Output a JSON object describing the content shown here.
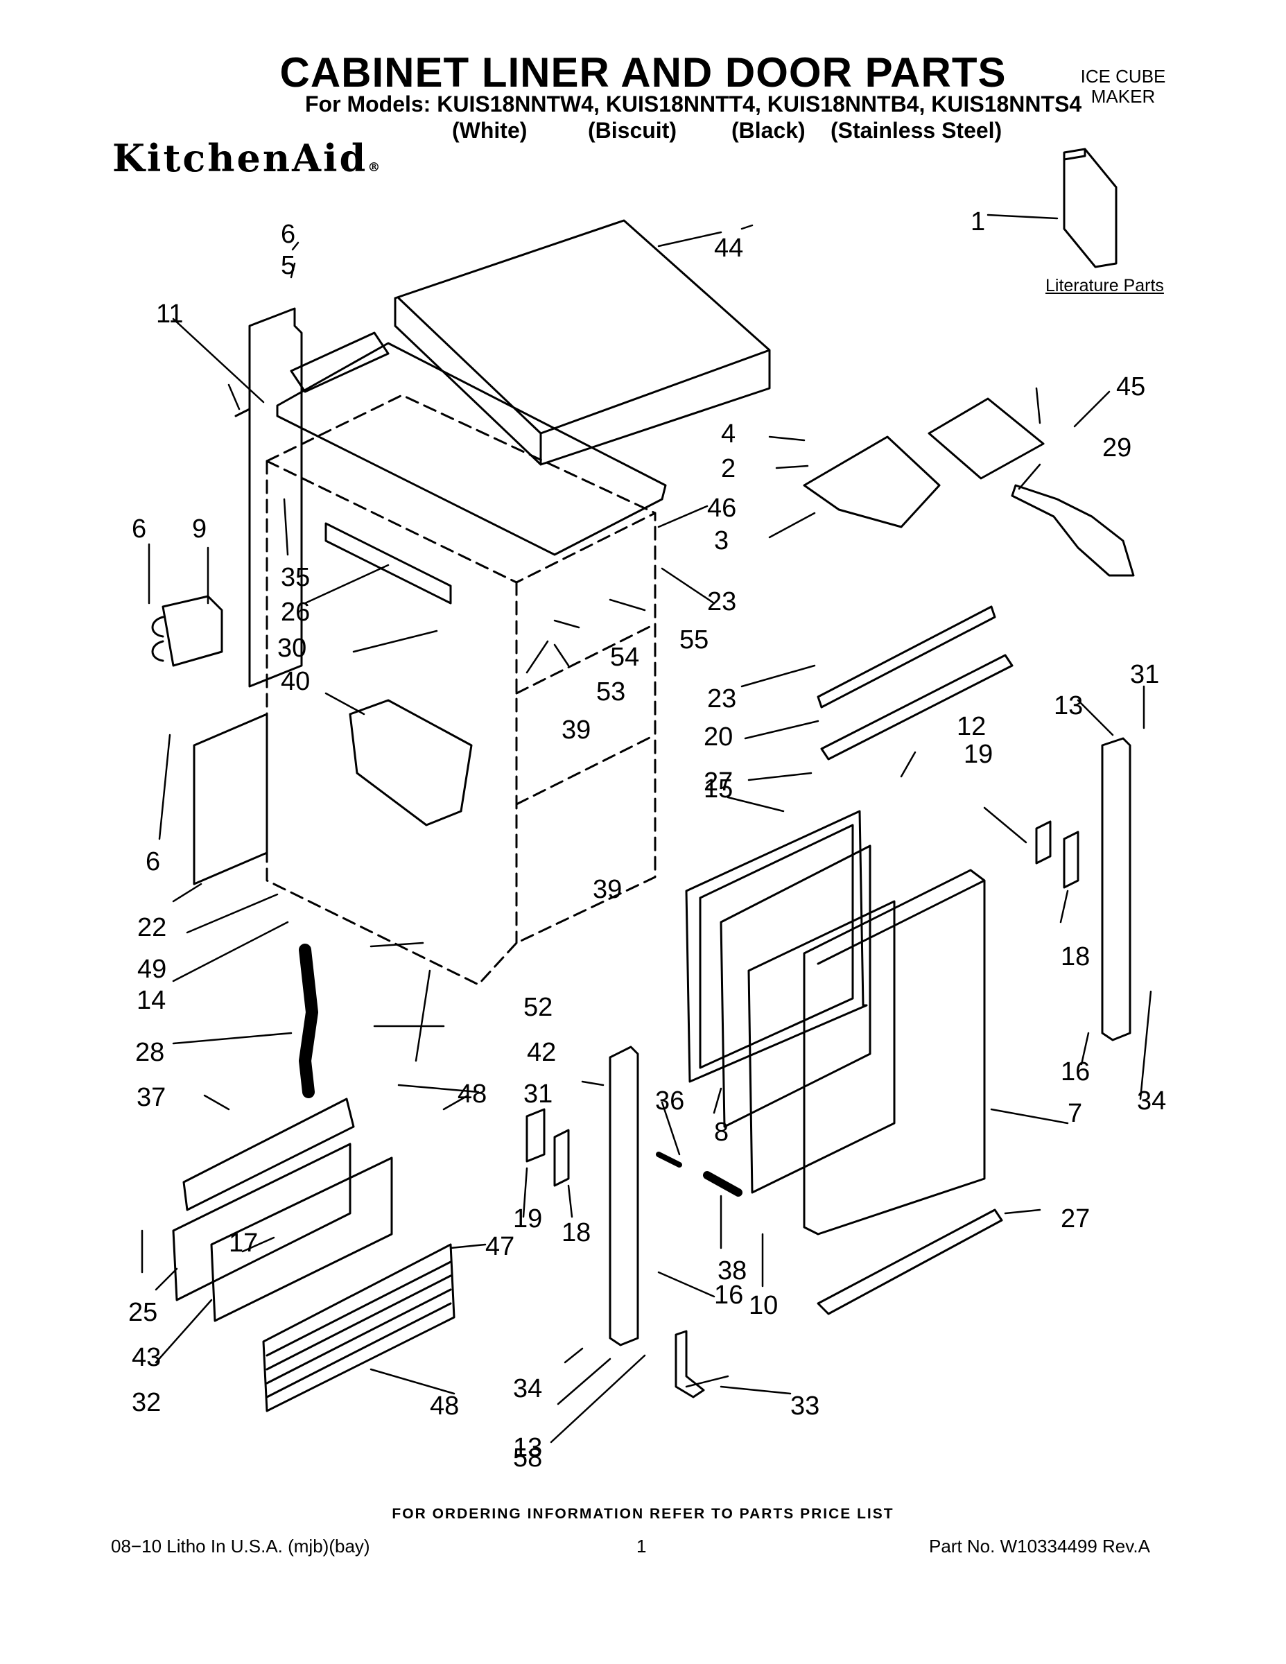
{
  "header": {
    "title": "CABINET LINER AND DOOR PARTS",
    "models_line": "For Models: KUIS18NNTW4, KUIS18NNTT4, KUIS18NNTB4, KUIS18NNTS4",
    "colors": [
      "(White)",
      "(Biscuit)",
      "(Black)",
      "(Stainless Steel)"
    ],
    "product_line1": "ICE CUBE",
    "product_line2": "MAKER",
    "brand": "KitchenAid",
    "brand_mark": "®"
  },
  "literature_label": "Literature Parts",
  "callouts": [
    "1",
    "2",
    "3",
    "4",
    "5",
    "6",
    "7",
    "8",
    "9",
    "10",
    "11",
    "12",
    "13",
    "14",
    "15",
    "16",
    "17",
    "18",
    "19",
    "20",
    "22",
    "23",
    "25",
    "26",
    "27",
    "28",
    "29",
    "30",
    "31",
    "32",
    "33",
    "34",
    "35",
    "36",
    "37",
    "38",
    "39",
    "40",
    "42",
    "43",
    "44",
    "45",
    "46",
    "47",
    "48",
    "49",
    "52",
    "53",
    "54",
    "55",
    "58"
  ],
  "footer": {
    "ordering_note": "FOR ORDERING INFORMATION REFER TO PARTS PRICE LIST",
    "litho": "08−10 Litho In U.S.A. (mjb)(bay)",
    "page_number": "1",
    "part_number": "Part No. W10334499 Rev.A"
  },
  "colors": {
    "ink": "#000000",
    "paper": "#ffffff"
  }
}
